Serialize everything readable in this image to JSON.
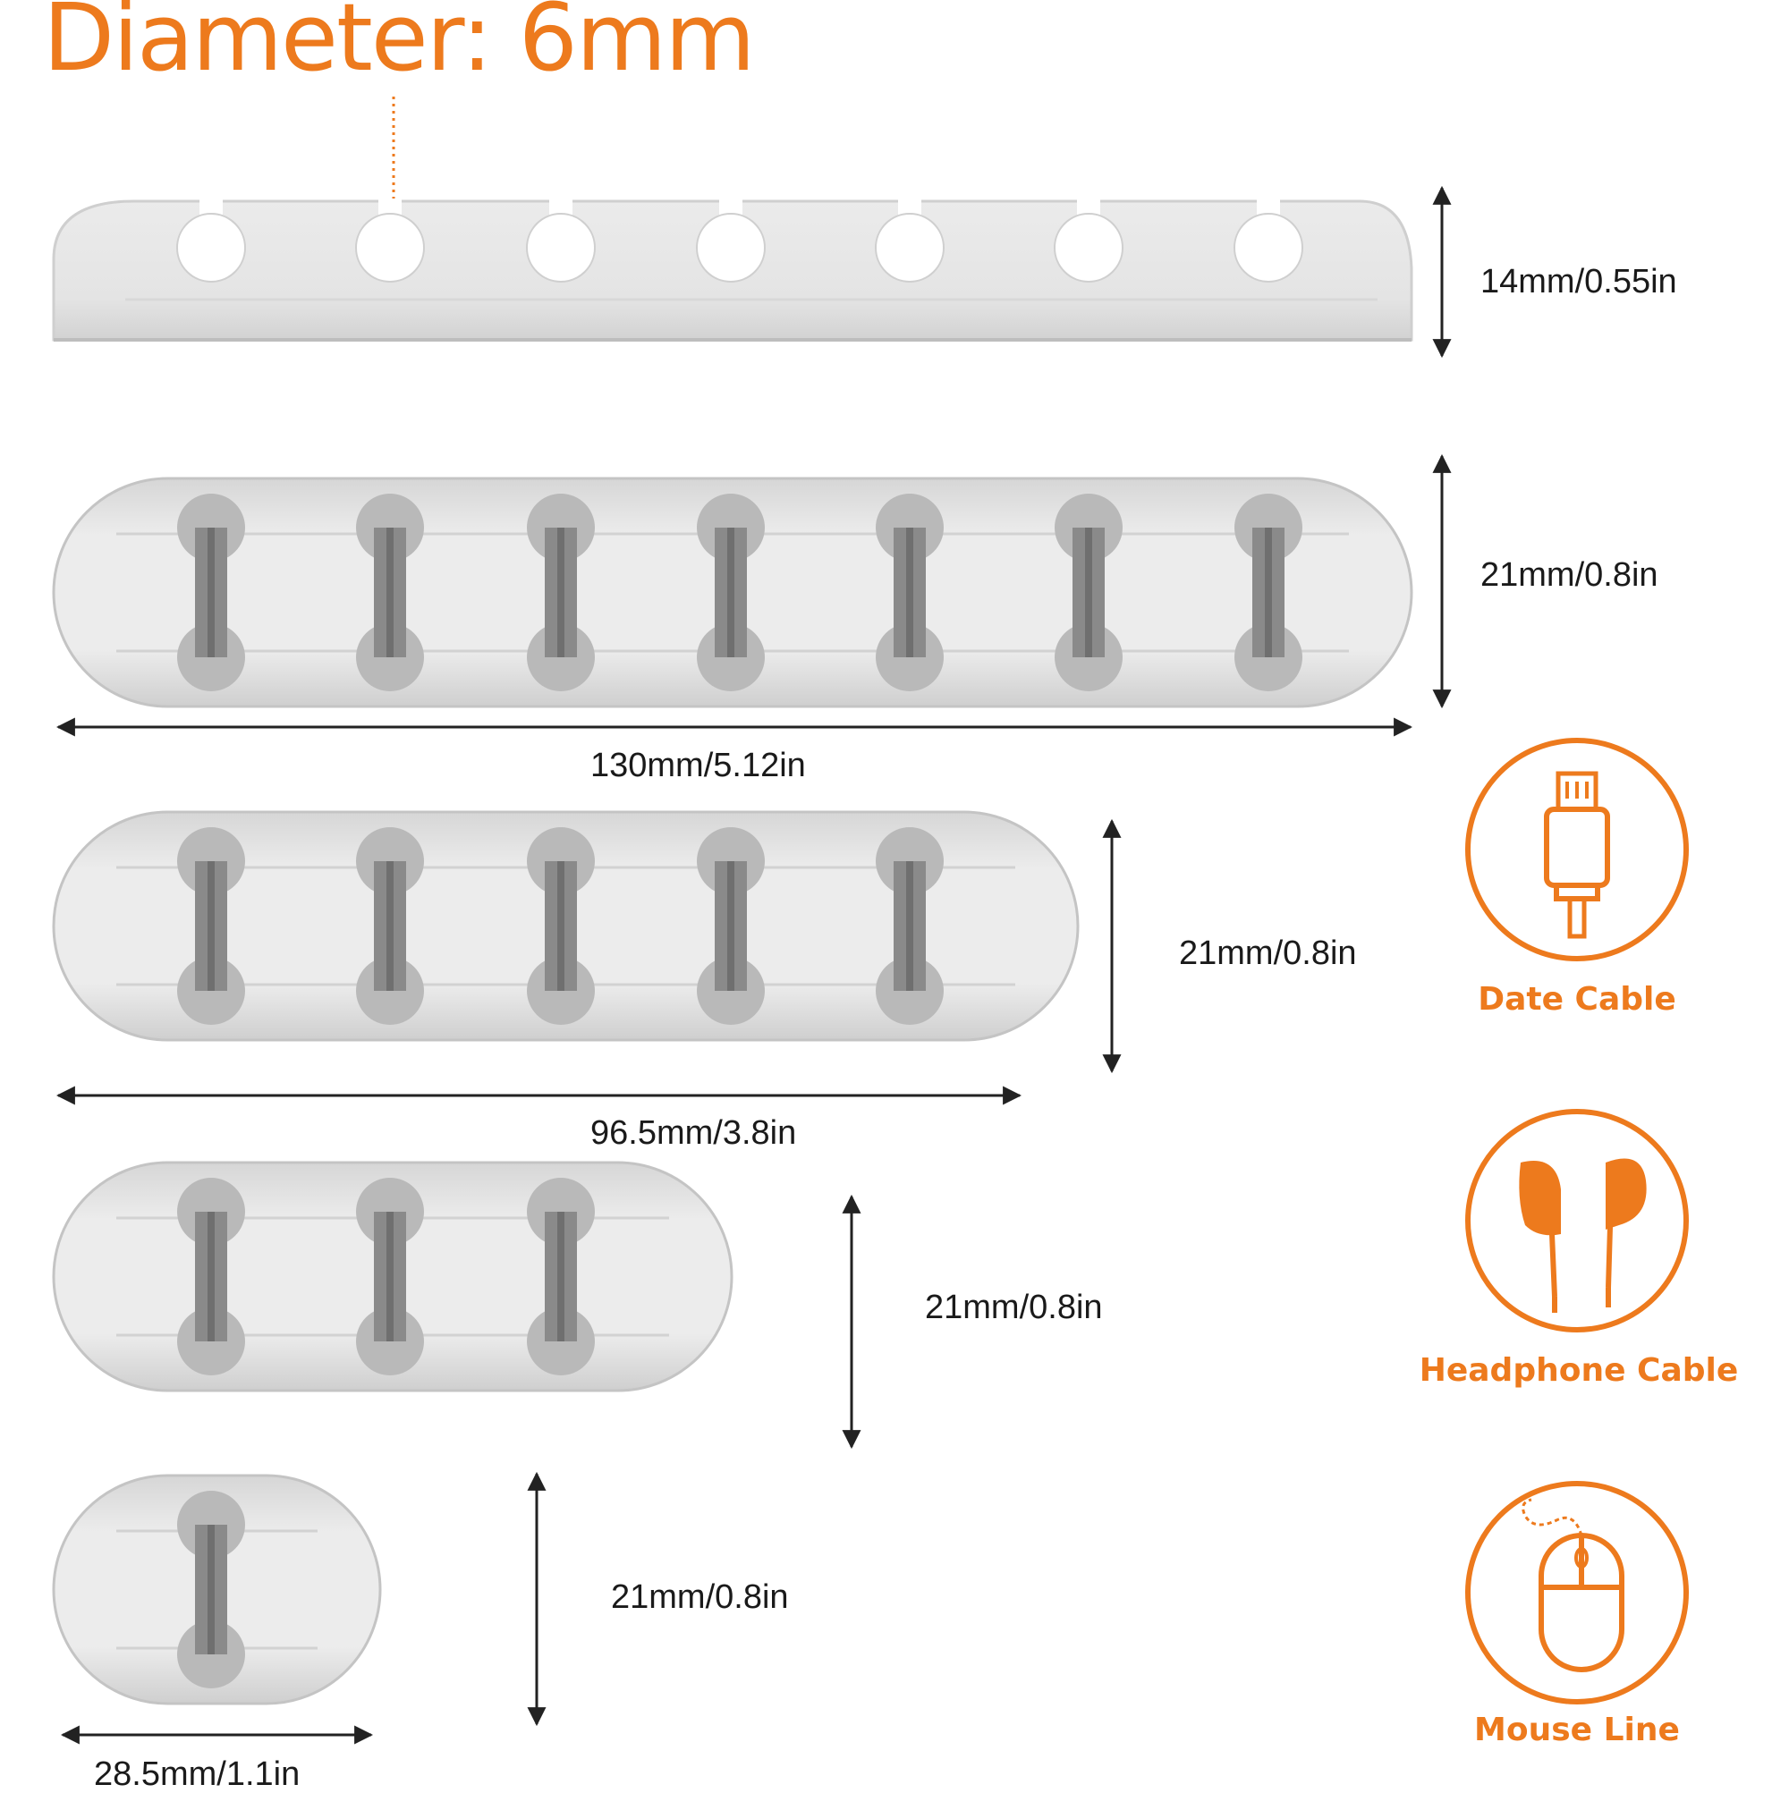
{
  "title": "Diameter: 6mm",
  "dimensions": {
    "top_height": "14mm/0.55in",
    "row7_height": "21mm/0.8in",
    "row7_length": "130mm/5.12in",
    "row5_height": "21mm/0.8in",
    "row5_length": "96.5mm/3.8in",
    "row3_height": "21mm/0.8in",
    "row1_height": "21mm/0.8in",
    "row1_length": "28.5mm/1.1in"
  },
  "categories": [
    {
      "label": "Date Cable",
      "icon": "data-cable-icon"
    },
    {
      "label": "Headphone Cable",
      "icon": "headphone-icon"
    },
    {
      "label": "Mouse Line",
      "icon": "mouse-icon"
    }
  ],
  "colors": {
    "accent": "#ED7A1D",
    "product": "#e3e3e3",
    "product_shadow": "#c9c9c9",
    "slot": "#8a8a8a"
  }
}
